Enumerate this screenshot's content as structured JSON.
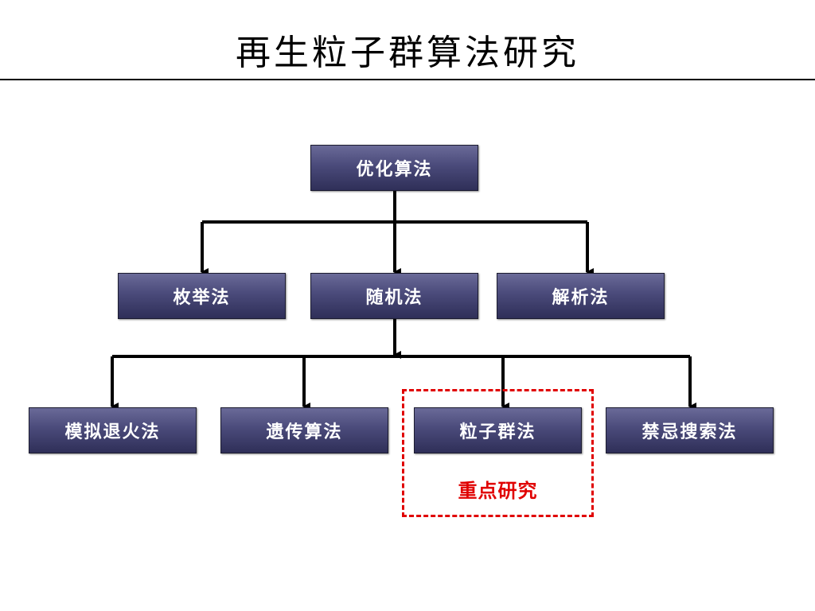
{
  "slide": {
    "title": "再生粒子群算法研究"
  },
  "diagram": {
    "root": {
      "label": "优化算法"
    },
    "level1": [
      {
        "id": "enumeration",
        "label": "枚举法"
      },
      {
        "id": "random",
        "label": "随机法"
      },
      {
        "id": "analytic",
        "label": "解析法"
      }
    ],
    "level2": [
      {
        "id": "simulated-annealing",
        "label": "模拟退火法"
      },
      {
        "id": "genetic",
        "label": "遗传算法"
      },
      {
        "id": "pso",
        "label": "粒子群法"
      },
      {
        "id": "tabu",
        "label": "禁忌搜索法"
      }
    ],
    "highlight": {
      "label": "重点研究",
      "color": "#e00000"
    }
  },
  "colors": {
    "node_fill_top": "#6a6a98",
    "node_fill_bottom": "#2f2f58",
    "node_text": "#ffffff",
    "connector": "#000000"
  }
}
